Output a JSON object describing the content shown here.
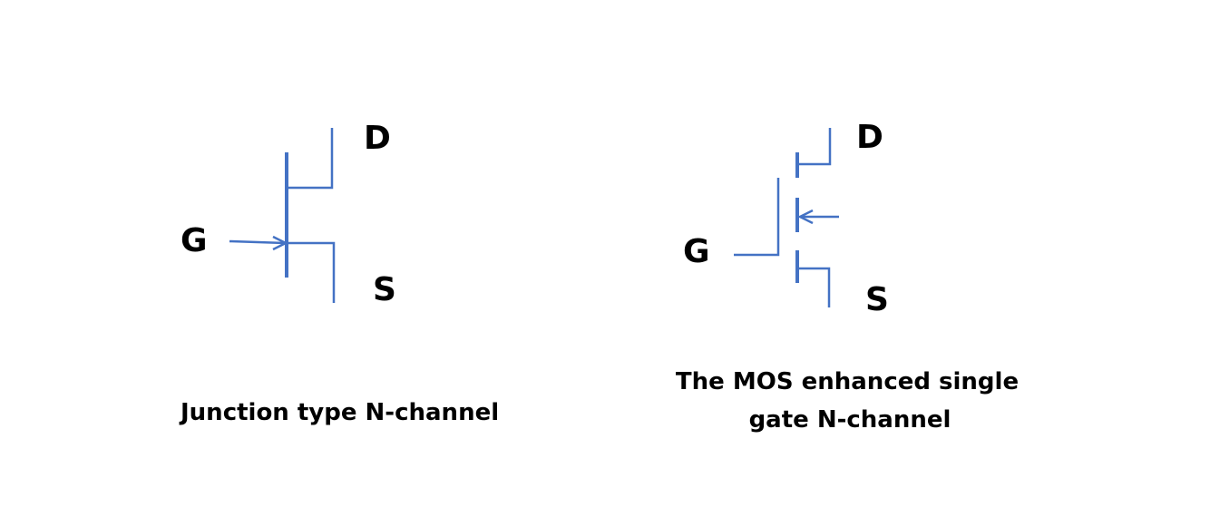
{
  "colors": {
    "line": "#4472C4",
    "text": "#000000",
    "background": "#ffffff"
  },
  "jfet": {
    "labels": {
      "drain": "D",
      "gate": "G",
      "source": "S"
    },
    "caption": "Junction type N-channel"
  },
  "mosfet": {
    "labels": {
      "drain": "D",
      "gate": "G",
      "source": "S"
    },
    "caption_line1": "The MOS enhanced single",
    "caption_line2": "gate N-channel"
  }
}
